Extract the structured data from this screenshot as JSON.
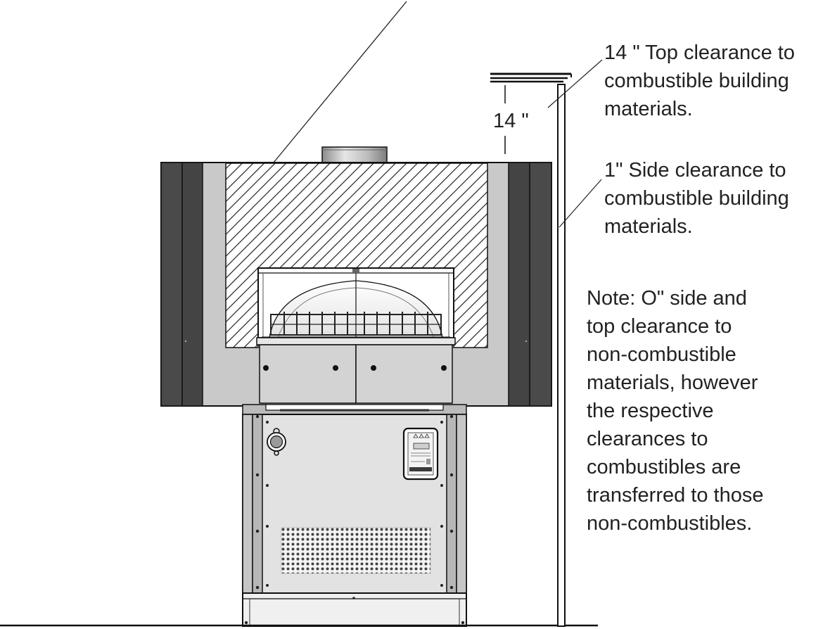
{
  "dimension_label": "14 \"",
  "callouts": {
    "top_clearance": [
      "14 \" Top clearance to",
      "combustible building",
      "materials."
    ],
    "side_clearance": [
      "1\" Side clearance to",
      "combustible building",
      "materials."
    ]
  },
  "note": [
    "Note: O\" side and",
    "top clearance to",
    "non-combustible",
    "materials, however",
    "the respective",
    "clearances to",
    "combustibles are",
    "transferred to those",
    "non-combustibles."
  ],
  "colors": {
    "outline": "#111111",
    "dark_panel": "#4a4a4a",
    "light_panel": "#c9c9c9",
    "steel": "#dddddd",
    "hatch": "#222222"
  }
}
